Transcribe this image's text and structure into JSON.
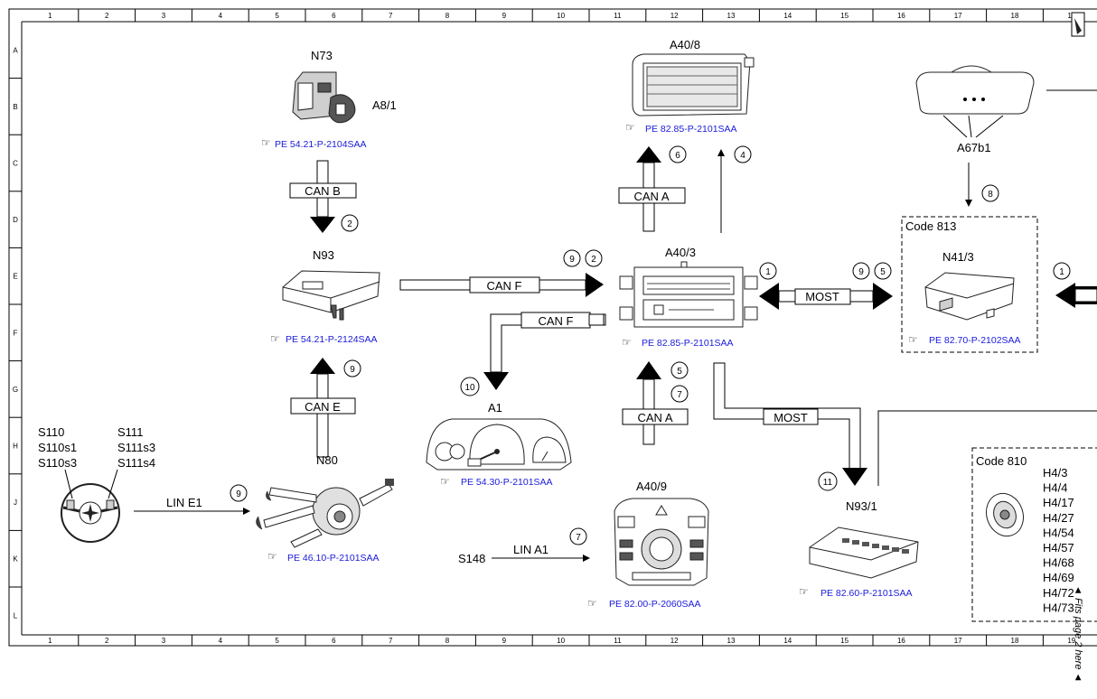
{
  "grid": {
    "cols": [
      "1",
      "2",
      "3",
      "4",
      "5",
      "6",
      "7",
      "8",
      "9",
      "10",
      "11",
      "12",
      "13",
      "14",
      "15",
      "16",
      "17",
      "18",
      "19"
    ],
    "rows": [
      "A",
      "B",
      "C",
      "D",
      "E",
      "F",
      "G",
      "H",
      "J",
      "K",
      "L"
    ]
  },
  "components": {
    "n73": {
      "label": "N73",
      "sub": "A8/1",
      "ref": "PE 54.21-P-2104SAA"
    },
    "a40_8": {
      "label": "A40/8",
      "ref": "PE 82.85-P-2101SAA"
    },
    "a67b1": {
      "label": "A67b1"
    },
    "n93": {
      "label": "N93",
      "ref": "PE 54.21-P-2124SAA"
    },
    "a40_3": {
      "label": "A40/3",
      "ref": "PE 82.85-P-2101SAA"
    },
    "n41_3": {
      "label": "N41/3",
      "code": "Code 813",
      "ref": "PE 82.70-P-2102SAA"
    },
    "a1": {
      "label": "A1",
      "ref": "PE 54.30-P-2101SAA"
    },
    "n80": {
      "label": "N80",
      "ref": "PE 46.10-P-2101SAA"
    },
    "a40_9": {
      "label": "A40/9",
      "ref": "PE 82.00-P-2060SAA"
    },
    "n93_1": {
      "label": "N93/1",
      "ref": "PE 82.60-P-2101SAA"
    },
    "steering": {
      "left": [
        "S110",
        "S110s1",
        "S110s3"
      ],
      "right": [
        "S111",
        "S111s3",
        "S111s4"
      ]
    },
    "s148": {
      "label": "S148"
    },
    "code810": {
      "code": "Code 810",
      "items": [
        "H4/3",
        "H4/4",
        "H4/17",
        "H4/27",
        "H4/54",
        "H4/57",
        "H4/68",
        "H4/69",
        "H4/72",
        "H4/73"
      ]
    }
  },
  "buses": {
    "can_b": "CAN B",
    "can_a_top": "CAN A",
    "can_f_top": "CAN F",
    "can_f_mid": "CAN F",
    "can_e": "CAN E",
    "can_a_bottom": "CAN A",
    "most_right": "MOST",
    "most_bottom": "MOST",
    "lin_e1": "LIN E1",
    "lin_a1": "LIN A1"
  },
  "markers": {
    "m_n93_2": "2",
    "m_a408_6": "6",
    "m_a408_4": "4",
    "m_a67_8": "8",
    "m_canf_9": "9",
    "m_canf_2": "2",
    "m_most_1": "1",
    "m_most_9": "9",
    "m_most_5": "5",
    "m_right_1": "1",
    "m_cane_9": "9",
    "m_a1_10": "10",
    "m_cana_5": "5",
    "m_cana_7": "7",
    "m_n931_11": "11",
    "m_lin_9": "9",
    "m_lina_7": "7"
  },
  "side_note": "◄ Fits page 2 here ◄"
}
